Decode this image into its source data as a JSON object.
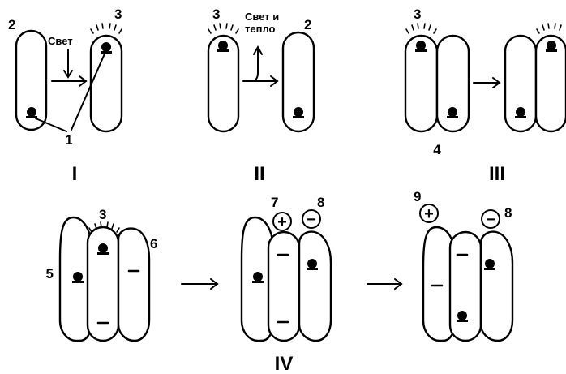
{
  "labels": {
    "n1": "1",
    "n2_i": "2",
    "n3_i": "3",
    "n3_ii": "3",
    "n2_ii": "2",
    "n3_iii": "3",
    "n4": "4",
    "n3_iv": "3",
    "n5": "5",
    "n6": "6",
    "n7": "7",
    "n8_a": "8",
    "n9": "9",
    "n8_b": "8"
  },
  "text": {
    "light": "Свет",
    "light_heat_1": "Свет и",
    "light_heat_2": "тепло"
  },
  "roman": {
    "r1": "I",
    "r2": "II",
    "r3": "III",
    "r4": "IV"
  },
  "signs": {
    "plus_a": "+",
    "minus_a": "−",
    "plus_b": "+",
    "minus_b": "−"
  }
}
